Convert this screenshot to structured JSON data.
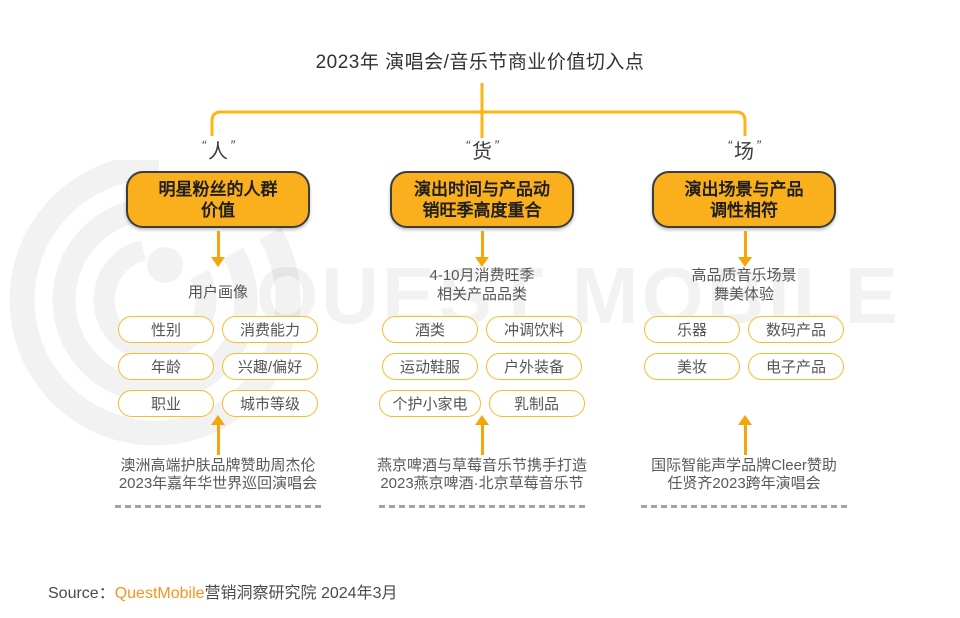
{
  "title": "2023年 演唱会/音乐节商业价值切入点",
  "watermark": {
    "text": "QUEST MOBILE",
    "logo": "questmobile-rings-logo"
  },
  "quotes": {
    "open": "“",
    "close": "”"
  },
  "colors": {
    "connector_line": "#FDB515",
    "arrow": "#F5A50A",
    "box_fill": "#FAAF1C",
    "box_border": "#3D3D3D",
    "pill_border": "#F8BC2C",
    "brand_orange": "#F7941E"
  },
  "columns": [
    {
      "tag": "人",
      "box_lines": [
        "明星粉丝的人群",
        "价值"
      ],
      "header_lines": [
        "用户画像"
      ],
      "pill_rows": [
        [
          "性别",
          "消费能力"
        ],
        [
          "年龄",
          "兴趣/偏好"
        ],
        [
          "职业",
          "城市等级"
        ]
      ],
      "case_lines": [
        "澳洲高端护肤品牌赞助周杰伦",
        "2023年嘉年华世界巡回演唱会"
      ]
    },
    {
      "tag": "货",
      "box_lines": [
        "演出时间与产品动",
        "销旺季高度重合"
      ],
      "header_lines": [
        "4-10月消费旺季",
        "相关产品品类"
      ],
      "pill_rows": [
        [
          "酒类",
          "冲调饮料"
        ],
        [
          "运动鞋服",
          "户外装备"
        ],
        [
          "个护小家电",
          "乳制品"
        ]
      ],
      "case_lines": [
        "燕京啤酒与草莓音乐节携手打造",
        "2023燕京啤酒·北京草莓音乐节"
      ]
    },
    {
      "tag": "场",
      "box_lines": [
        "演出场景与产品",
        "调性相符"
      ],
      "header_lines": [
        "高品质音乐场景",
        "舞美体验"
      ],
      "pill_rows": [
        [
          "乐器",
          "数码产品"
        ],
        [
          "美妆",
          "电子产品"
        ]
      ],
      "case_lines": [
        "国际智能声学品牌Cleer赞助",
        "任贤齐2023跨年演唱会"
      ]
    }
  ],
  "source": {
    "label": "Source：",
    "brand": "QuestMobile",
    "suffix": "营销洞察研究院 2024年3月"
  }
}
